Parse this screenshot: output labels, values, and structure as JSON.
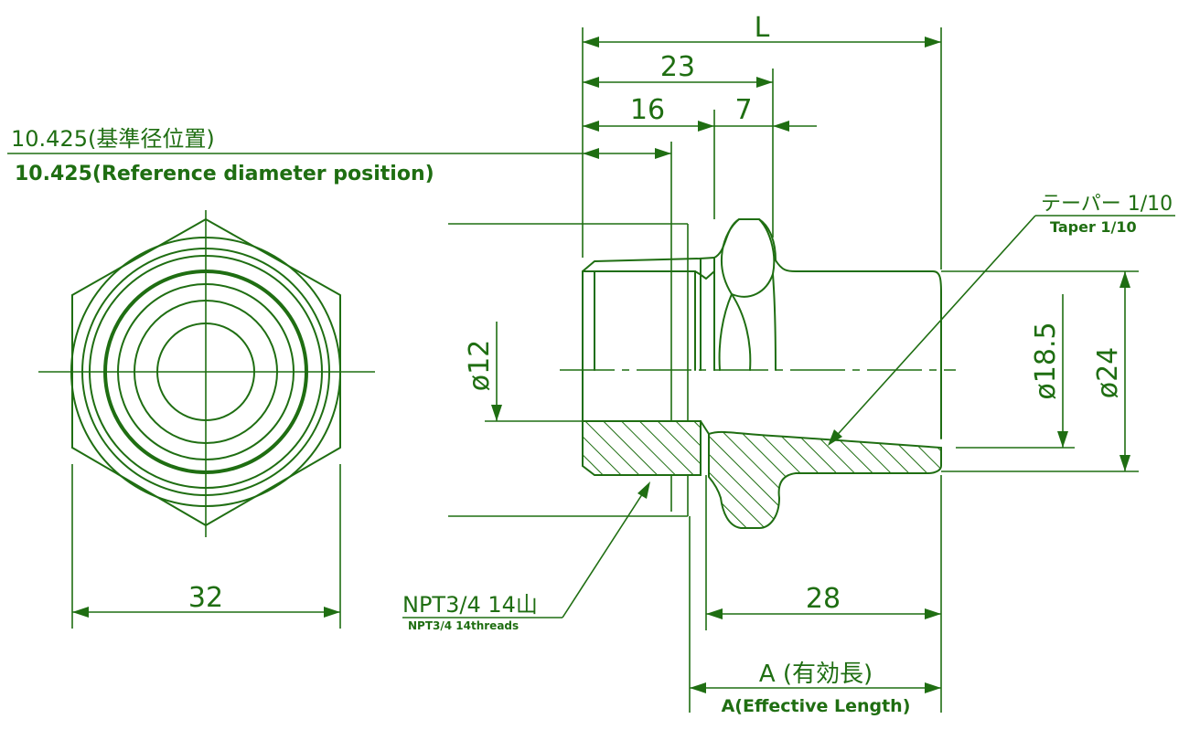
{
  "dimensions": {
    "overall_length": "L",
    "length_23": "23",
    "length_16": "16",
    "length_7": "7",
    "hex_width": "32",
    "length_28": "28",
    "dia_12": "ø12",
    "dia_18_5": "ø18.5",
    "dia_24": "ø24"
  },
  "notes": {
    "reference_jp": "10.425(基準径位置)",
    "reference_en": "10.425(Reference diameter position)",
    "taper_jp": "テーパー 1/10",
    "taper_en": "Taper 1/10",
    "thread_jp": "NPT3/4 14山",
    "thread_en": "NPT3/4 14threads",
    "effective_jp": "A (有効長)",
    "effective_en": "A(Effective Length)"
  },
  "colors": {
    "line": "#1f6e12",
    "background": "#ffffff"
  }
}
